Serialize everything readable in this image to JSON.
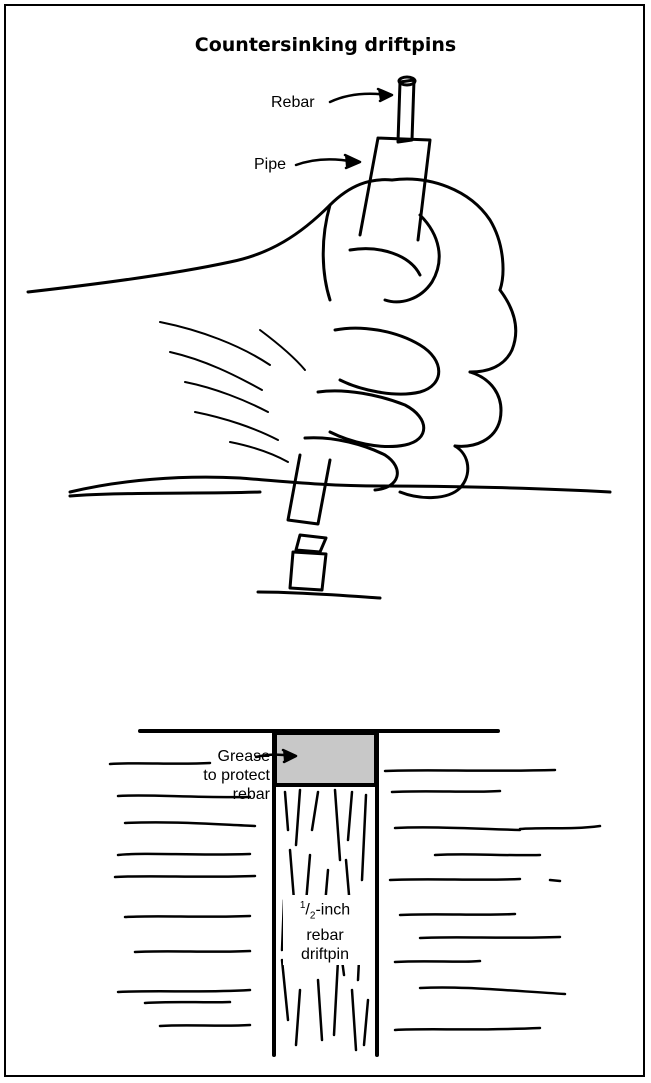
{
  "title": "Countersinking driftpins",
  "labels": {
    "rebar": "Rebar",
    "pipe": "Pipe",
    "grease_line1": "Grease",
    "grease_line2": "to protect",
    "grease_line3": "rebar",
    "driftpin_fraction_num": "1",
    "driftpin_fraction_den": "2",
    "driftpin_line1_suffix": "-inch",
    "driftpin_line2": "rebar",
    "driftpin_line3": "driftpin"
  },
  "colors": {
    "ink": "#000000",
    "grease_fill": "#c8c8c8",
    "background": "#ffffff"
  }
}
